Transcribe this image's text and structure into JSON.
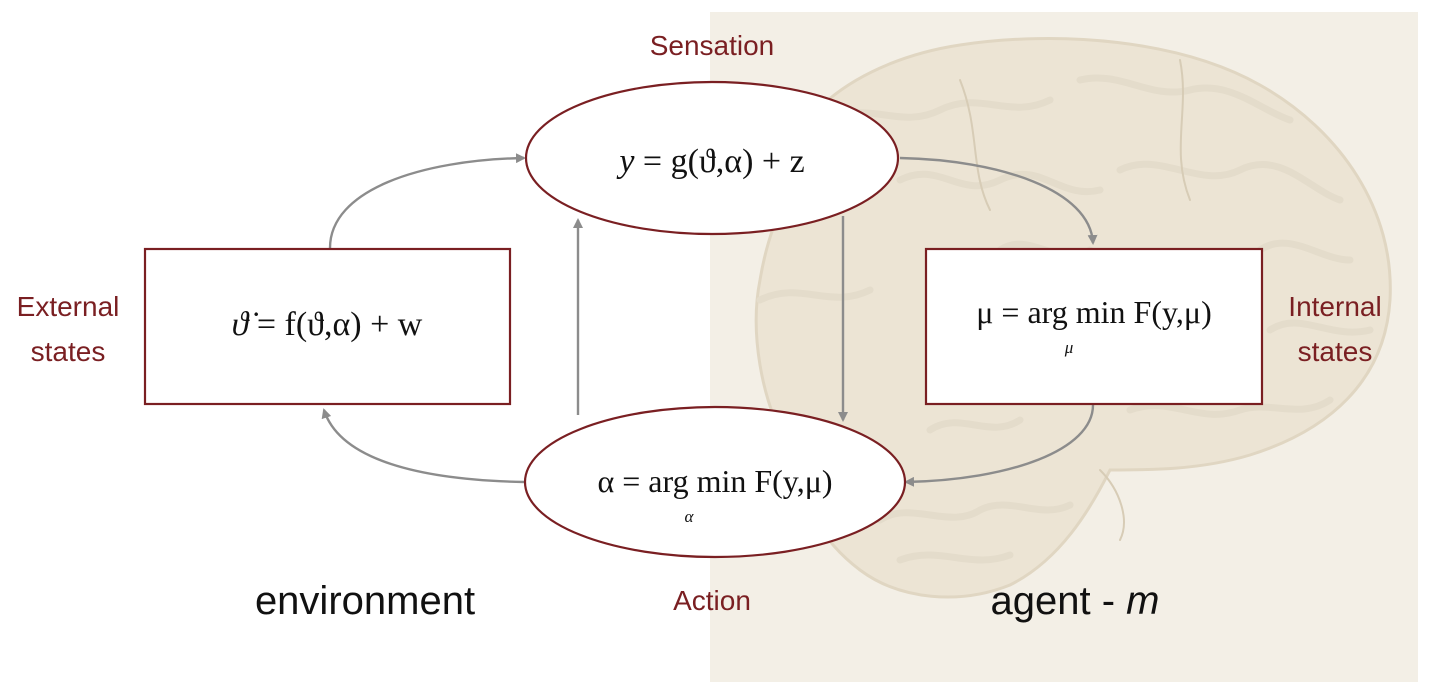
{
  "labels": {
    "sensation": "Sensation",
    "action": "Action",
    "external_line1": "External",
    "external_line2": "states",
    "internal_line1": "Internal",
    "internal_line2": "states",
    "environment": "environment",
    "agent_prefix": "agent - ",
    "agent_symbol": "m"
  },
  "nodes": {
    "sensation_eq": {
      "lhs": "y",
      "rhs": " = g(ϑ,α) + z"
    },
    "external_eq": {
      "lhs": "ϑ̇",
      "rhs": " = f(ϑ,α) + w"
    },
    "internal_eq": {
      "main": "μ = arg min F(y,μ)",
      "sub": "μ"
    },
    "action_eq": {
      "main": "α = arg min F(y,μ)",
      "sub": "α"
    }
  },
  "colors": {
    "label_red": "#7a1f22",
    "node_border": "#7a1f22",
    "arrow": "#8c8c8c",
    "agent_background": "#f3efe6"
  },
  "decor": {
    "agent_background_image": "brain-illustration"
  }
}
